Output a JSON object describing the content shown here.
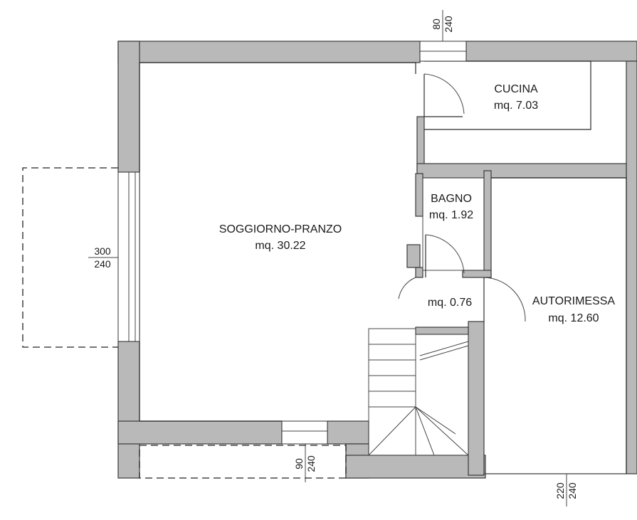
{
  "rooms": [
    {
      "id": "soggiorno",
      "name": "SOGGIORNO-PRANZO",
      "area": "mq. 30.22"
    },
    {
      "id": "cucina",
      "name": "CUCINA",
      "area": "mq. 7.03"
    },
    {
      "id": "bagno",
      "name": "BAGNO",
      "area": "mq. 1.92"
    },
    {
      "id": "disimpegno",
      "name": "",
      "area": "mq. 0.76"
    },
    {
      "id": "autorimessa",
      "name": "AUTORIMESSA",
      "area": "mq. 12.60"
    }
  ],
  "openings": [
    {
      "id": "top",
      "width": "80",
      "height": "240"
    },
    {
      "id": "left",
      "width": "300",
      "height": "240"
    },
    {
      "id": "bottom",
      "width": "90",
      "height": "240"
    },
    {
      "id": "garage",
      "width": "220",
      "height": "240"
    }
  ]
}
